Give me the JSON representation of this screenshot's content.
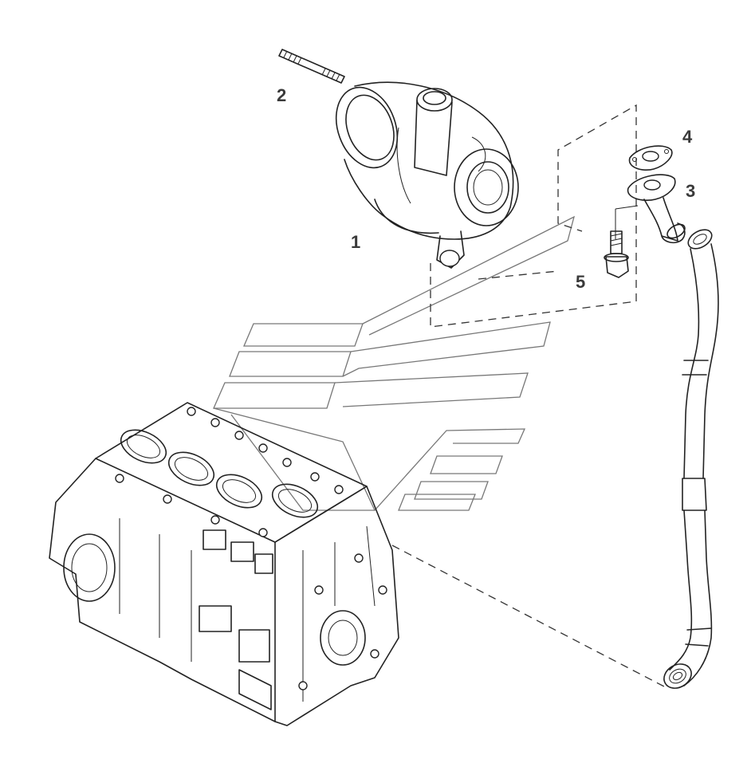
{
  "diagram": {
    "parts": [
      {
        "callout": "1",
        "icon": "turbocharger-icon"
      },
      {
        "callout": "2",
        "icon": "stud-icon"
      },
      {
        "callout": "3",
        "icon": "oil-drain-pipe-icon"
      },
      {
        "callout": "4",
        "icon": "gasket-icon"
      },
      {
        "callout": "5",
        "icon": "bolt-icon"
      }
    ],
    "extra_icons": [
      "engine-block-icon",
      "watermark-logo-icon",
      "return-hose-icon"
    ]
  }
}
